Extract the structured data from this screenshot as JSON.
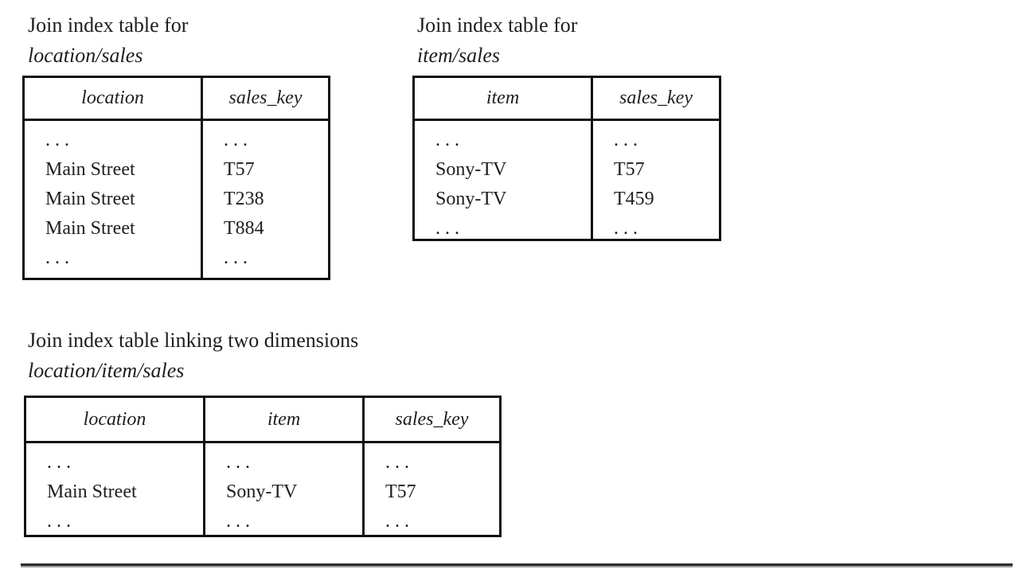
{
  "figure": {
    "background": "#ffffff",
    "text_color": "#1e1e1e",
    "border_color": "#111111",
    "tables": [
      {
        "caption_line1": "Join index table for",
        "caption_line2": "location/sales",
        "headers": [
          "location",
          "sales_key"
        ],
        "rows": [
          [
            ". . .",
            ". . ."
          ],
          [
            "Main Street",
            "T57"
          ],
          [
            "Main Street",
            "T238"
          ],
          [
            "Main Street",
            "T884"
          ],
          [
            ". . .",
            ". . ."
          ]
        ]
      },
      {
        "caption_line1": "Join index table for",
        "caption_line2": "item/sales",
        "headers": [
          "item",
          "sales_key"
        ],
        "rows": [
          [
            ". . .",
            ". . ."
          ],
          [
            "Sony-TV",
            "T57"
          ],
          [
            "Sony-TV",
            "T459"
          ],
          [
            ". . .",
            ". . ."
          ]
        ]
      },
      {
        "caption_line1": "Join index table linking two dimensions",
        "caption_line2": "location/item/sales",
        "headers": [
          "location",
          "item",
          "sales_key"
        ],
        "rows": [
          [
            ". . .",
            ". . .",
            ". . ."
          ],
          [
            "Main Street",
            "Sony-TV",
            "T57"
          ],
          [
            ". . .",
            ". . .",
            ". . ."
          ]
        ]
      }
    ]
  }
}
